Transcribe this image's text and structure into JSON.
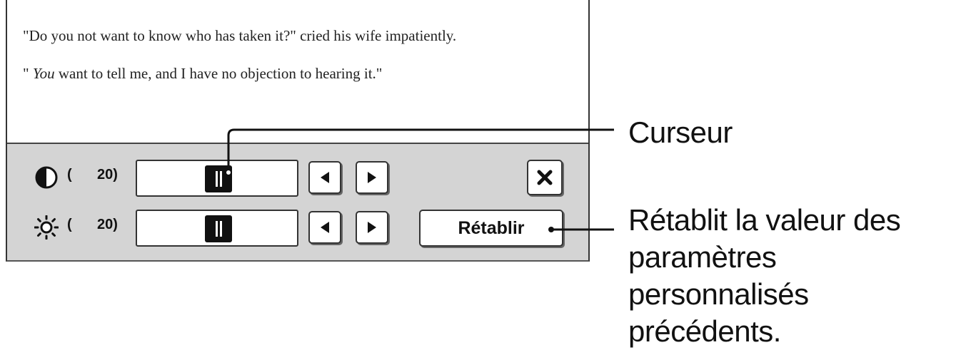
{
  "reading": {
    "para1": "\"Do you not want to know who has taken it?\" cried his wife impatiently.",
    "para2_open": "\" ",
    "para2_italic": "You",
    "para2_rest": " want to tell me, and I have no objection to hearing it.\""
  },
  "contrast": {
    "icon": "contrast-icon",
    "paren": "(",
    "value": "20)",
    "level": 0.5
  },
  "brightness": {
    "icon": "brightness-sun-icon",
    "paren": "(",
    "value": "20)",
    "level": 0.5
  },
  "buttons": {
    "decrease_icon": "triangle-left-icon",
    "increase_icon": "triangle-right-icon",
    "close_icon": "close-x-icon",
    "reset_label": "Rétablir"
  },
  "callouts": {
    "slider": "Curseur",
    "reset": "Rétablit la valeur des paramètres personnalisés précédents."
  }
}
